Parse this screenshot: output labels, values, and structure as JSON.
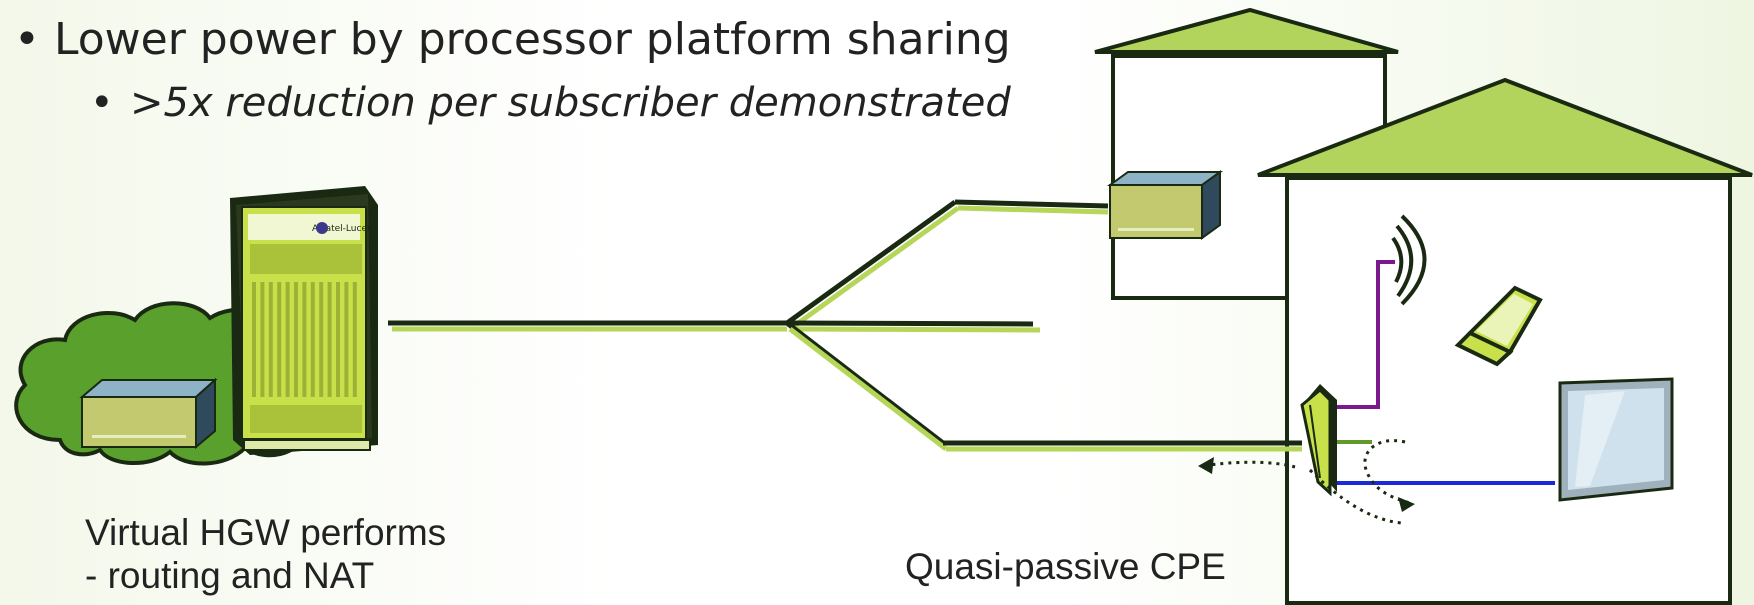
{
  "bullets": {
    "level1": {
      "bullet": "•",
      "text": "Lower power by processor platform sharing"
    },
    "level2": {
      "bullet": "•",
      "text": ">5x reduction per subscriber demonstrated"
    }
  },
  "server": {
    "logo_text": "Alcatel-Lucent"
  },
  "captions": {
    "vhgw_line1": "Virtual HGW performs",
    "vhgw_line2": "- routing and NAT",
    "cpe": "Quasi-passive CPE"
  },
  "colors": {
    "lime": "#c8e04a",
    "leaf_green": "#a9cf5e",
    "cloud_green": "#5aa02c",
    "dark": "#1a2a12",
    "purple": "#7a1a8c",
    "blue": "#1a2ad8",
    "wire_green": "#5f9a2a"
  },
  "icons": [
    "server-rack-icon",
    "cloud-icon",
    "gateway-box-icon",
    "house-icon",
    "wifi-antenna-icon",
    "laptop-icon",
    "tv-monitor-icon",
    "cpe-splitter-icon"
  ]
}
